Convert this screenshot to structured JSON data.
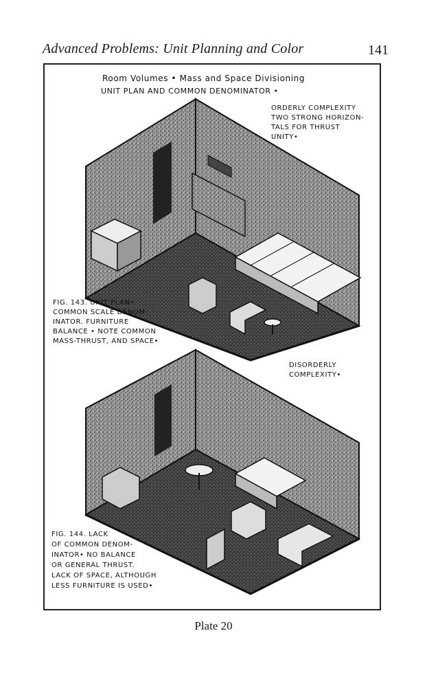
{
  "header": {
    "running_title": "Advanced Problems: Unit Planning and Color",
    "page_number": "141"
  },
  "plate": {
    "title_line1": "Room Volumes • Mass and Space Divisioning",
    "title_line2": "unit plan and common denominator •",
    "fig143": {
      "note": "ORDERLY COMPLEXITY\nTWO STRONG HORIZON-\nTALS FOR THRUST\nUNITY•",
      "caption": "FIG. 143. UNIT PLAN•\nCOMMON SCALE DENOM-\nINATOR. FURNITURE\nBALANCE • NOTE COMMON\nMASS-THRUST, AND SPACE•"
    },
    "fig144": {
      "note": "DISORDERLY\nCOMPLEXITY•",
      "caption": "FIG. 144. LACK\nOF COMMON DENOM-\nINATOR• NO BALANCE\nOR GENERAL THRUST.\nLACK OF SPACE, ALTHOUGH\nLESS FURNITURE IS USED•"
    }
  },
  "footer": {
    "plate_label": "Plate 20"
  },
  "colors": {
    "ink": "#1a1a1a",
    "wall_fill": "#8c8c8c",
    "floor_fill": "#3a3a3a",
    "furniture_fill": "#e8e8e8",
    "paper": "#ffffff"
  }
}
